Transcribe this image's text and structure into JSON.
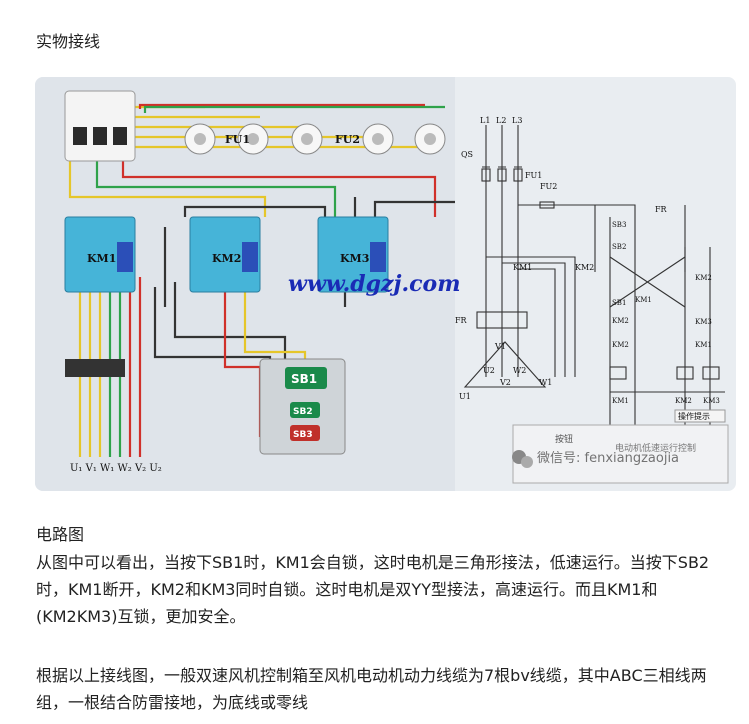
{
  "article": {
    "heading": "实物接线",
    "section_title": "电路图",
    "paragraph1": "从图中可以看出，当按下SB1时，KM1会自锁，这时电机是三角形接法，低速运行。当按下SB2时，KM1断开，KM2和KM3同时自锁。这时电机是双YY型接法，高速运行。而且KM1和(KM2KM3)互锁，更加安全。",
    "paragraph2": "根据以上接线图，一般双速风机控制箱至风机电动机动力线缆为7根bv线缆，其中ABC三相线两组，一根结合防雷接地，为底线或零线"
  },
  "figure": {
    "fuse_labels": [
      "FU1",
      "FU2"
    ],
    "contactors": [
      "KM1",
      "KM2",
      "KM3"
    ],
    "buttons": [
      "SB1",
      "SB2",
      "SB3"
    ],
    "terminals": "U₁ V₁ W₁ W₂ V₂ U₂",
    "watermark_site": "www.dgzj.com",
    "wechat": "微信号: fenxiangzaojia",
    "schematic": {
      "phases": [
        "L1",
        "L2",
        "L3"
      ],
      "switch": "QS",
      "fuses": [
        "FU1",
        "FU2"
      ],
      "relay": "FR",
      "km_labels": [
        "KM1",
        "KM2"
      ],
      "windings": [
        "V1",
        "U2",
        "V2",
        "W2",
        "U1",
        "W1"
      ],
      "control_labels": [
        "SB3",
        "SB2",
        "SB1",
        "KM2",
        "KM1",
        "KM2",
        "KM3",
        "KM1",
        "KM2",
        "KM3",
        "KM1"
      ],
      "coil_labels": [
        "KM1",
        "KM2",
        "KM3"
      ],
      "hint": "操作提示",
      "caption_fr": "FR",
      "button_label": "按钮",
      "button_desc": "电动机低速运行控制"
    }
  },
  "colors": {
    "wire_red": "#d0302a",
    "wire_yellow": "#e5c62a",
    "wire_green": "#2fa24a",
    "contactor_blue": "#46b4d8",
    "watermark_blue": "#1a2bb5"
  }
}
